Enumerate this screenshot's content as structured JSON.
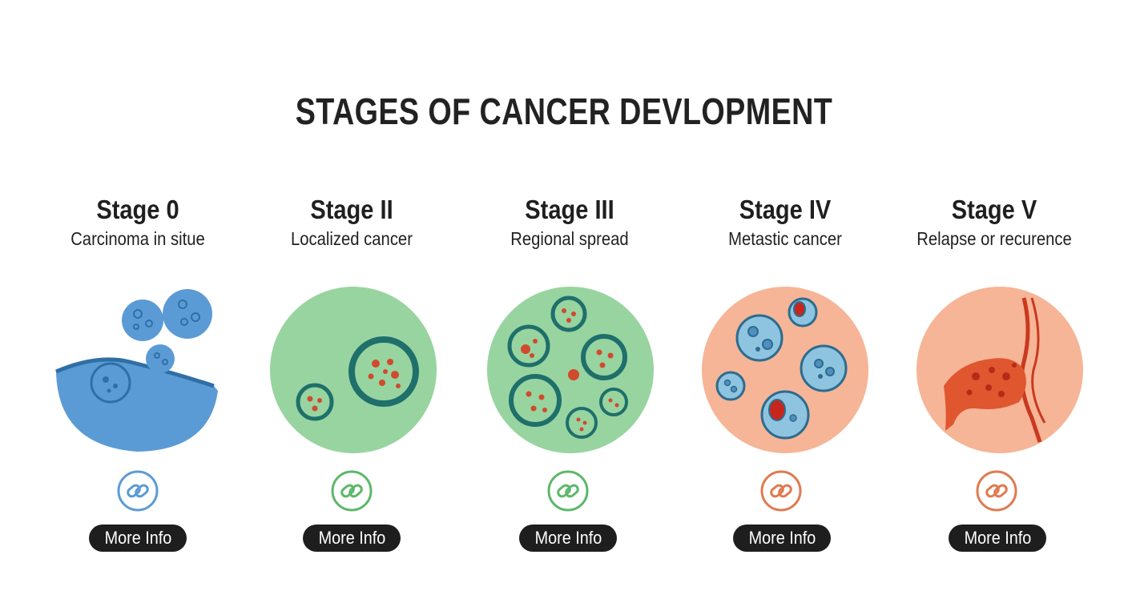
{
  "title": "STAGES OF CANCER DEVLOPMENT",
  "stages": [
    {
      "name": "Stage 0",
      "subtitle": "Carcinoma in situe",
      "button": "More Info",
      "color": "#5b9bd5"
    },
    {
      "name": "Stage II",
      "subtitle": "Localized cancer",
      "button": "More Info",
      "color": "#5cb86a"
    },
    {
      "name": "Stage III",
      "subtitle": "Regional spread",
      "button": "More Info",
      "color": "#5cb86a"
    },
    {
      "name": "Stage IV",
      "subtitle": "Metastic cancer",
      "button": "More Info",
      "color": "#e07a4f"
    },
    {
      "name": "Stage V",
      "subtitle": "Relapse or recurence",
      "button": "More Info",
      "color": "#e07a4f"
    }
  ],
  "icons": {
    "stage_illustrations": [
      "cells-in-tissue-icon",
      "localized-tumor-icon",
      "regional-spread-icon",
      "metastatic-cells-icon",
      "relapse-vessel-icon"
    ],
    "link": "chain-link-icon"
  }
}
